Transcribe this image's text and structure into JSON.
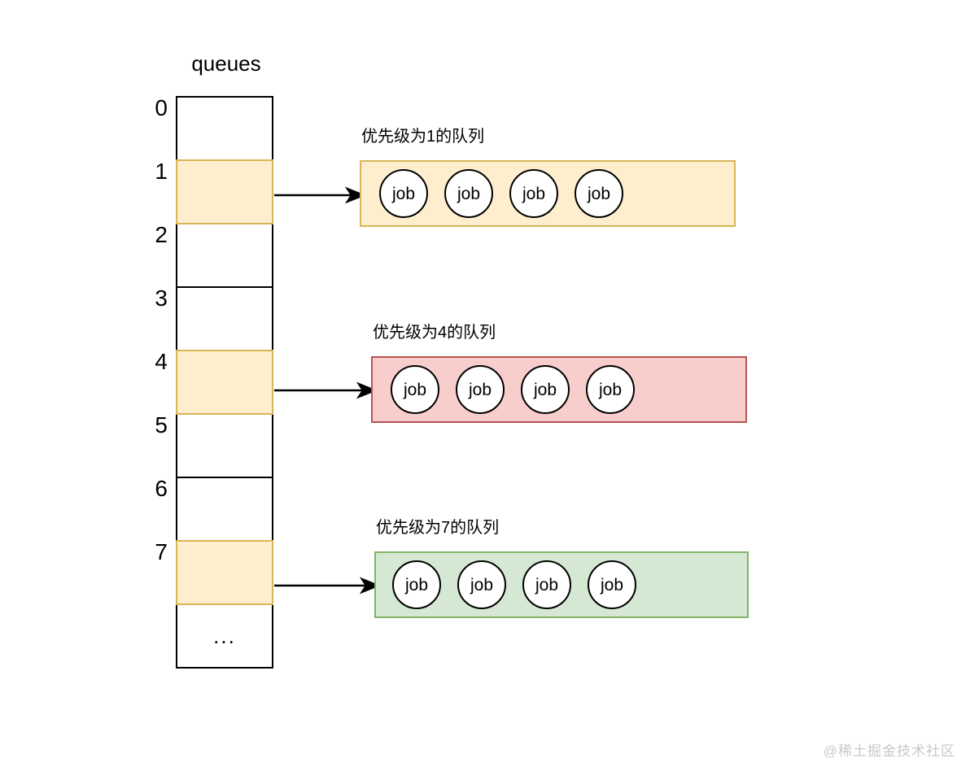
{
  "diagram": {
    "title": "queues",
    "array": {
      "label": "queues",
      "cells": [
        {
          "index": "0",
          "highlighted": false,
          "text": ""
        },
        {
          "index": "1",
          "highlighted": true,
          "text": ""
        },
        {
          "index": "2",
          "highlighted": false,
          "text": ""
        },
        {
          "index": "3",
          "highlighted": false,
          "text": ""
        },
        {
          "index": "4",
          "highlighted": true,
          "text": ""
        },
        {
          "index": "5",
          "highlighted": false,
          "text": ""
        },
        {
          "index": "6",
          "highlighted": false,
          "text": ""
        },
        {
          "index": "7",
          "highlighted": true,
          "text": ""
        },
        {
          "index": "",
          "highlighted": false,
          "text": "..."
        }
      ]
    },
    "queue_groups": [
      {
        "label": "优先级为1的队列",
        "priority": "1",
        "fill": "#ffeecd",
        "stroke": "#d6b656",
        "jobs": [
          "job",
          "job",
          "job",
          "job"
        ]
      },
      {
        "label": "优先级为4的队列",
        "priority": "4",
        "fill": "#f8cecc",
        "stroke": "#b85450",
        "jobs": [
          "job",
          "job",
          "job",
          "job"
        ]
      },
      {
        "label": "优先级为7的队列",
        "priority": "7",
        "fill": "#d5e8d4",
        "stroke": "#82b366",
        "jobs": [
          "job",
          "job",
          "job",
          "job"
        ]
      }
    ],
    "watermark": "@稀土掘金技术社区"
  }
}
